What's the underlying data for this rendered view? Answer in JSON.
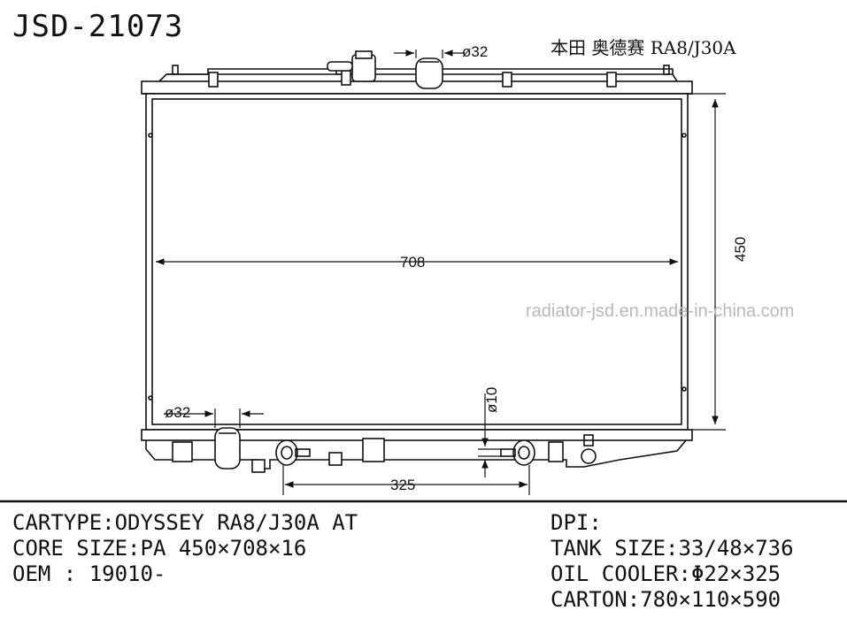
{
  "header": {
    "part_number": "JSD-21073",
    "model_cn": "本田 奥德赛 RA8/J30A"
  },
  "watermark": "radiator-jsd.en.made-in-china.com",
  "dimensions": {
    "width": "708",
    "height": "450",
    "oil_cooler_length": "325",
    "top_outlet": "ø32",
    "bottom_inlet": "ø32",
    "oil_fitting": "ø10"
  },
  "specs_left": {
    "cartype": "CARTYPE:ODYSSEY RA8/J30A AT",
    "core_size": "CORE SIZE:PA 450×708×16",
    "oem": "OEM : 19010-"
  },
  "specs_right": {
    "dpi": "DPI:",
    "tank_size": "TANK SIZE:33/48×736",
    "oil_cooler": "OIL COOLER:Φ22×325",
    "carton": "CARTON:780×110×590"
  }
}
